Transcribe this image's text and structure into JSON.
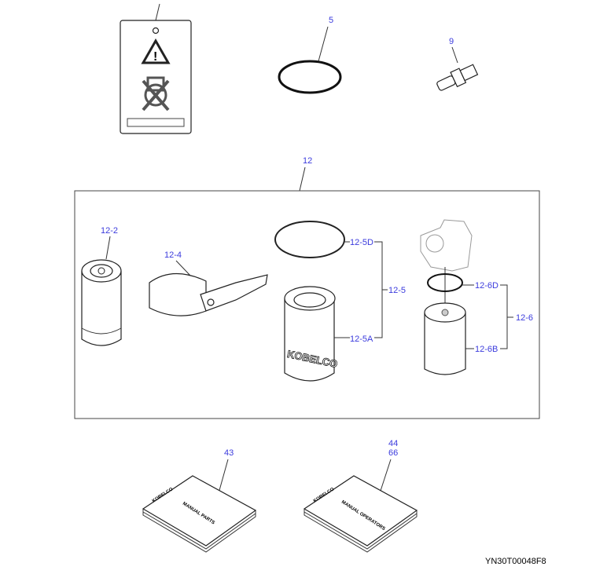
{
  "callouts": {
    "c5": "5",
    "c9": "9",
    "c12": "12",
    "c12_2": "12-2",
    "c12_4": "12-4",
    "c12_5D": "12-5D",
    "c12_5": "12-5",
    "c12_5A": "12-5A",
    "c12_6D": "12-6D",
    "c12_6": "12-6",
    "c12_6B": "12-6B",
    "c43": "43",
    "c44": "44",
    "c66": "66"
  },
  "filter_brand": "KOBELCO",
  "manuals": {
    "brand": "KOBELCO",
    "parts": "MANUAL PARTS",
    "operators": "MANUAL OPERATORS"
  },
  "drawing_code": "YN30T00048F8",
  "colors": {
    "callout": "#3b3bdd",
    "line": "#333333"
  }
}
